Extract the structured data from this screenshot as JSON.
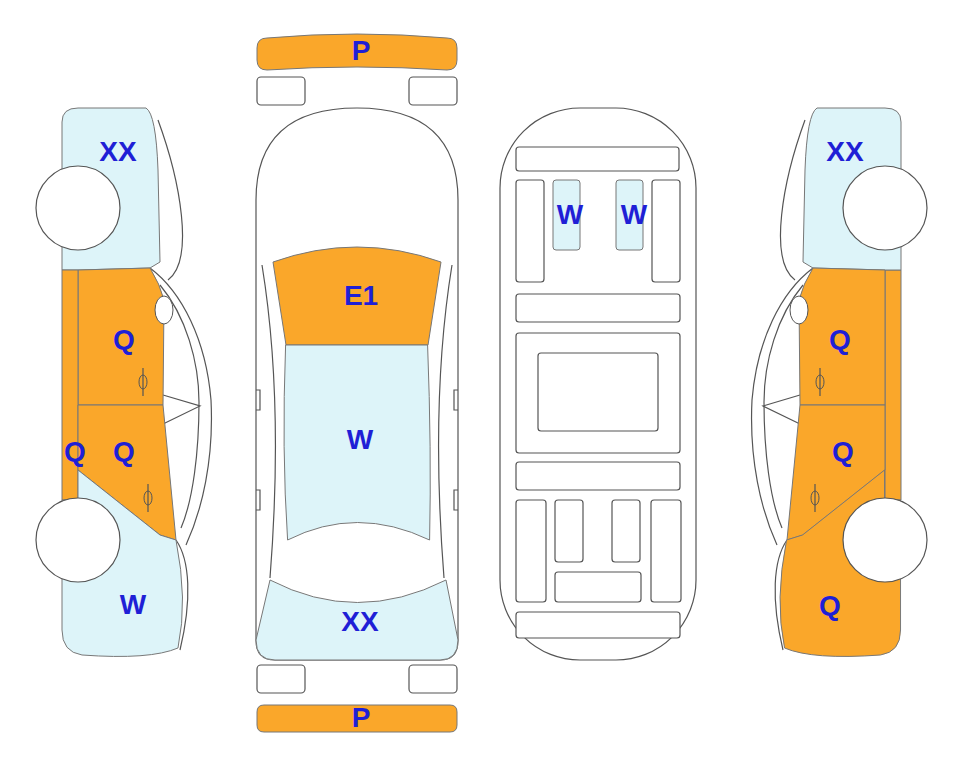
{
  "diagram": {
    "nodes": [
      {
        "text": [
          "XX"
        ]
      },
      {
        "text": [
          "Q"
        ]
      },
      {
        "text": [
          "Q"
        ]
      },
      {
        "text": [
          "Q"
        ]
      },
      {
        "text": [
          "W"
        ]
      },
      {
        "text": [
          "P"
        ]
      },
      {
        "text": [
          "E1"
        ]
      },
      {
        "text": [
          "W"
        ]
      },
      {
        "text": [
          "XX"
        ]
      },
      {
        "text": [
          "P"
        ]
      },
      {
        "text": [
          "W"
        ]
      },
      {
        "text": [
          "W"
        ]
      },
      {
        "text": [
          "XX"
        ]
      },
      {
        "text": [
          "Q"
        ]
      },
      {
        "text": [
          "Q"
        ]
      },
      {
        "text": [
          "Q"
        ]
      }
    ]
  }
}
